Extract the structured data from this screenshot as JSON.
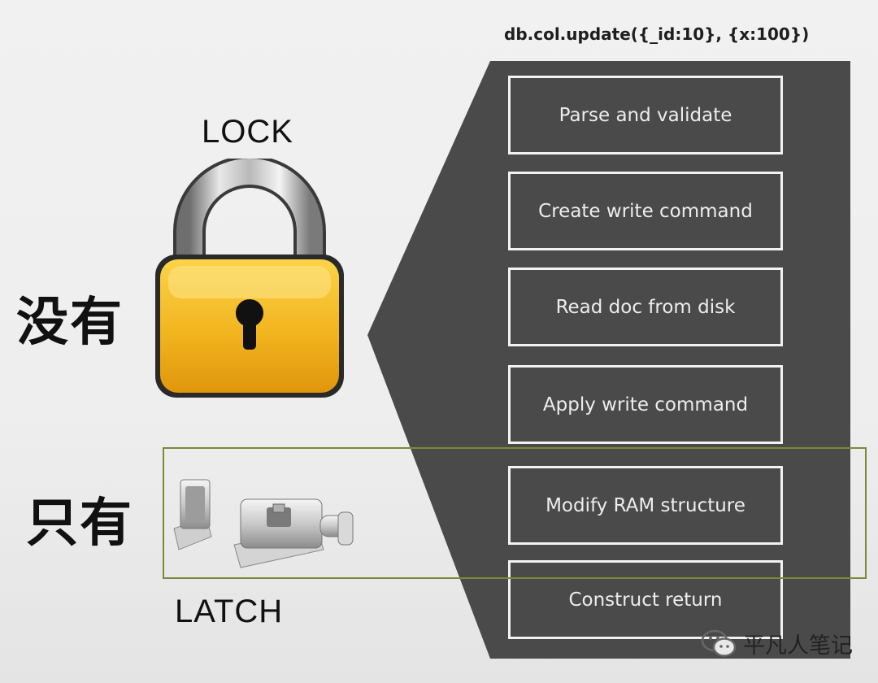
{
  "command": "db.col.update({_id:10}, {x:100})",
  "labels": {
    "lock": "LOCK",
    "latch": "LATCH",
    "without": "没有",
    "only": "只有"
  },
  "steps": [
    "Parse and validate",
    "Create write command",
    "Read doc from disk",
    "Apply write command",
    "Modify RAM structure",
    "Construct return"
  ],
  "watermark": "平凡人笔记",
  "colors": {
    "panel": "#4a4a4a",
    "step_border": "#f2f2f2",
    "highlight_border": "#7a8a3a",
    "lock_body": "#f2b51f"
  },
  "icons": [
    "padlock-icon",
    "latch-bolt-icon",
    "wechat-icon"
  ]
}
